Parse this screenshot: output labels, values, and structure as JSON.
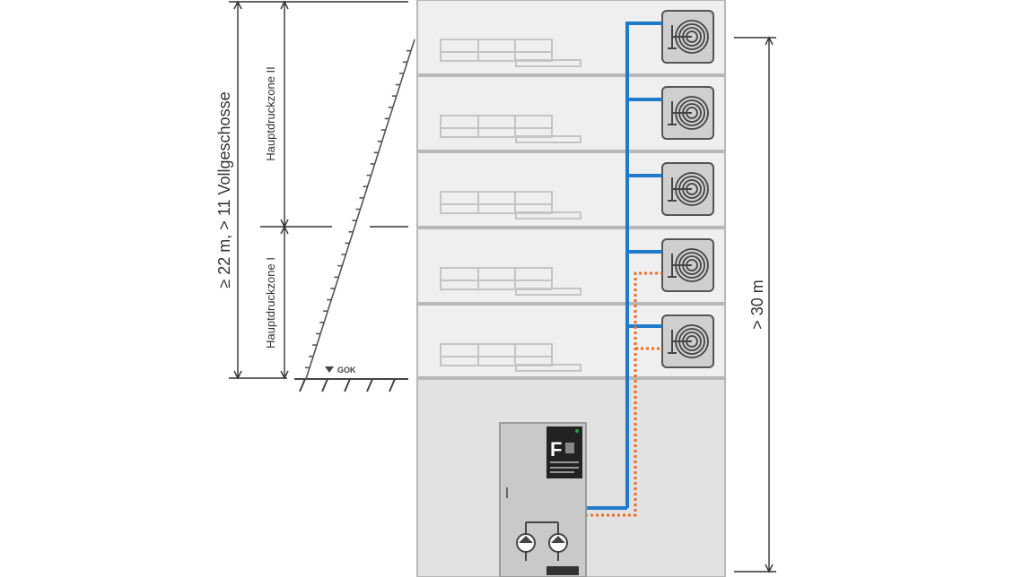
{
  "diagram": {
    "labels": {
      "height_requirement": "≥ 22 m, > 11 Vollgeschosse",
      "zone_upper": "Hauptdruckzone II",
      "zone_lower": "Hauptdruckzone I",
      "ground_marker": "GOK",
      "height_right": "> 30 m"
    },
    "device_letter": "F",
    "storeys": [
      {
        "name": "floor-5",
        "has_hose_reel": true,
        "orange_feed": false
      },
      {
        "name": "floor-4",
        "has_hose_reel": true,
        "orange_feed": false
      },
      {
        "name": "floor-3",
        "has_hose_reel": true,
        "orange_feed": false
      },
      {
        "name": "floor-2",
        "has_hose_reel": true,
        "orange_feed": true
      },
      {
        "name": "floor-1",
        "has_hose_reel": true,
        "orange_feed": true
      }
    ],
    "basement": {
      "pump_count": 2
    },
    "colors": {
      "main_riser": "#1f7ac9",
      "secondary_line": "#f26a21",
      "building": "#efefef",
      "basement": "#e2e2e2",
      "outline": "#b8b8b8",
      "ink": "#444444"
    }
  }
}
